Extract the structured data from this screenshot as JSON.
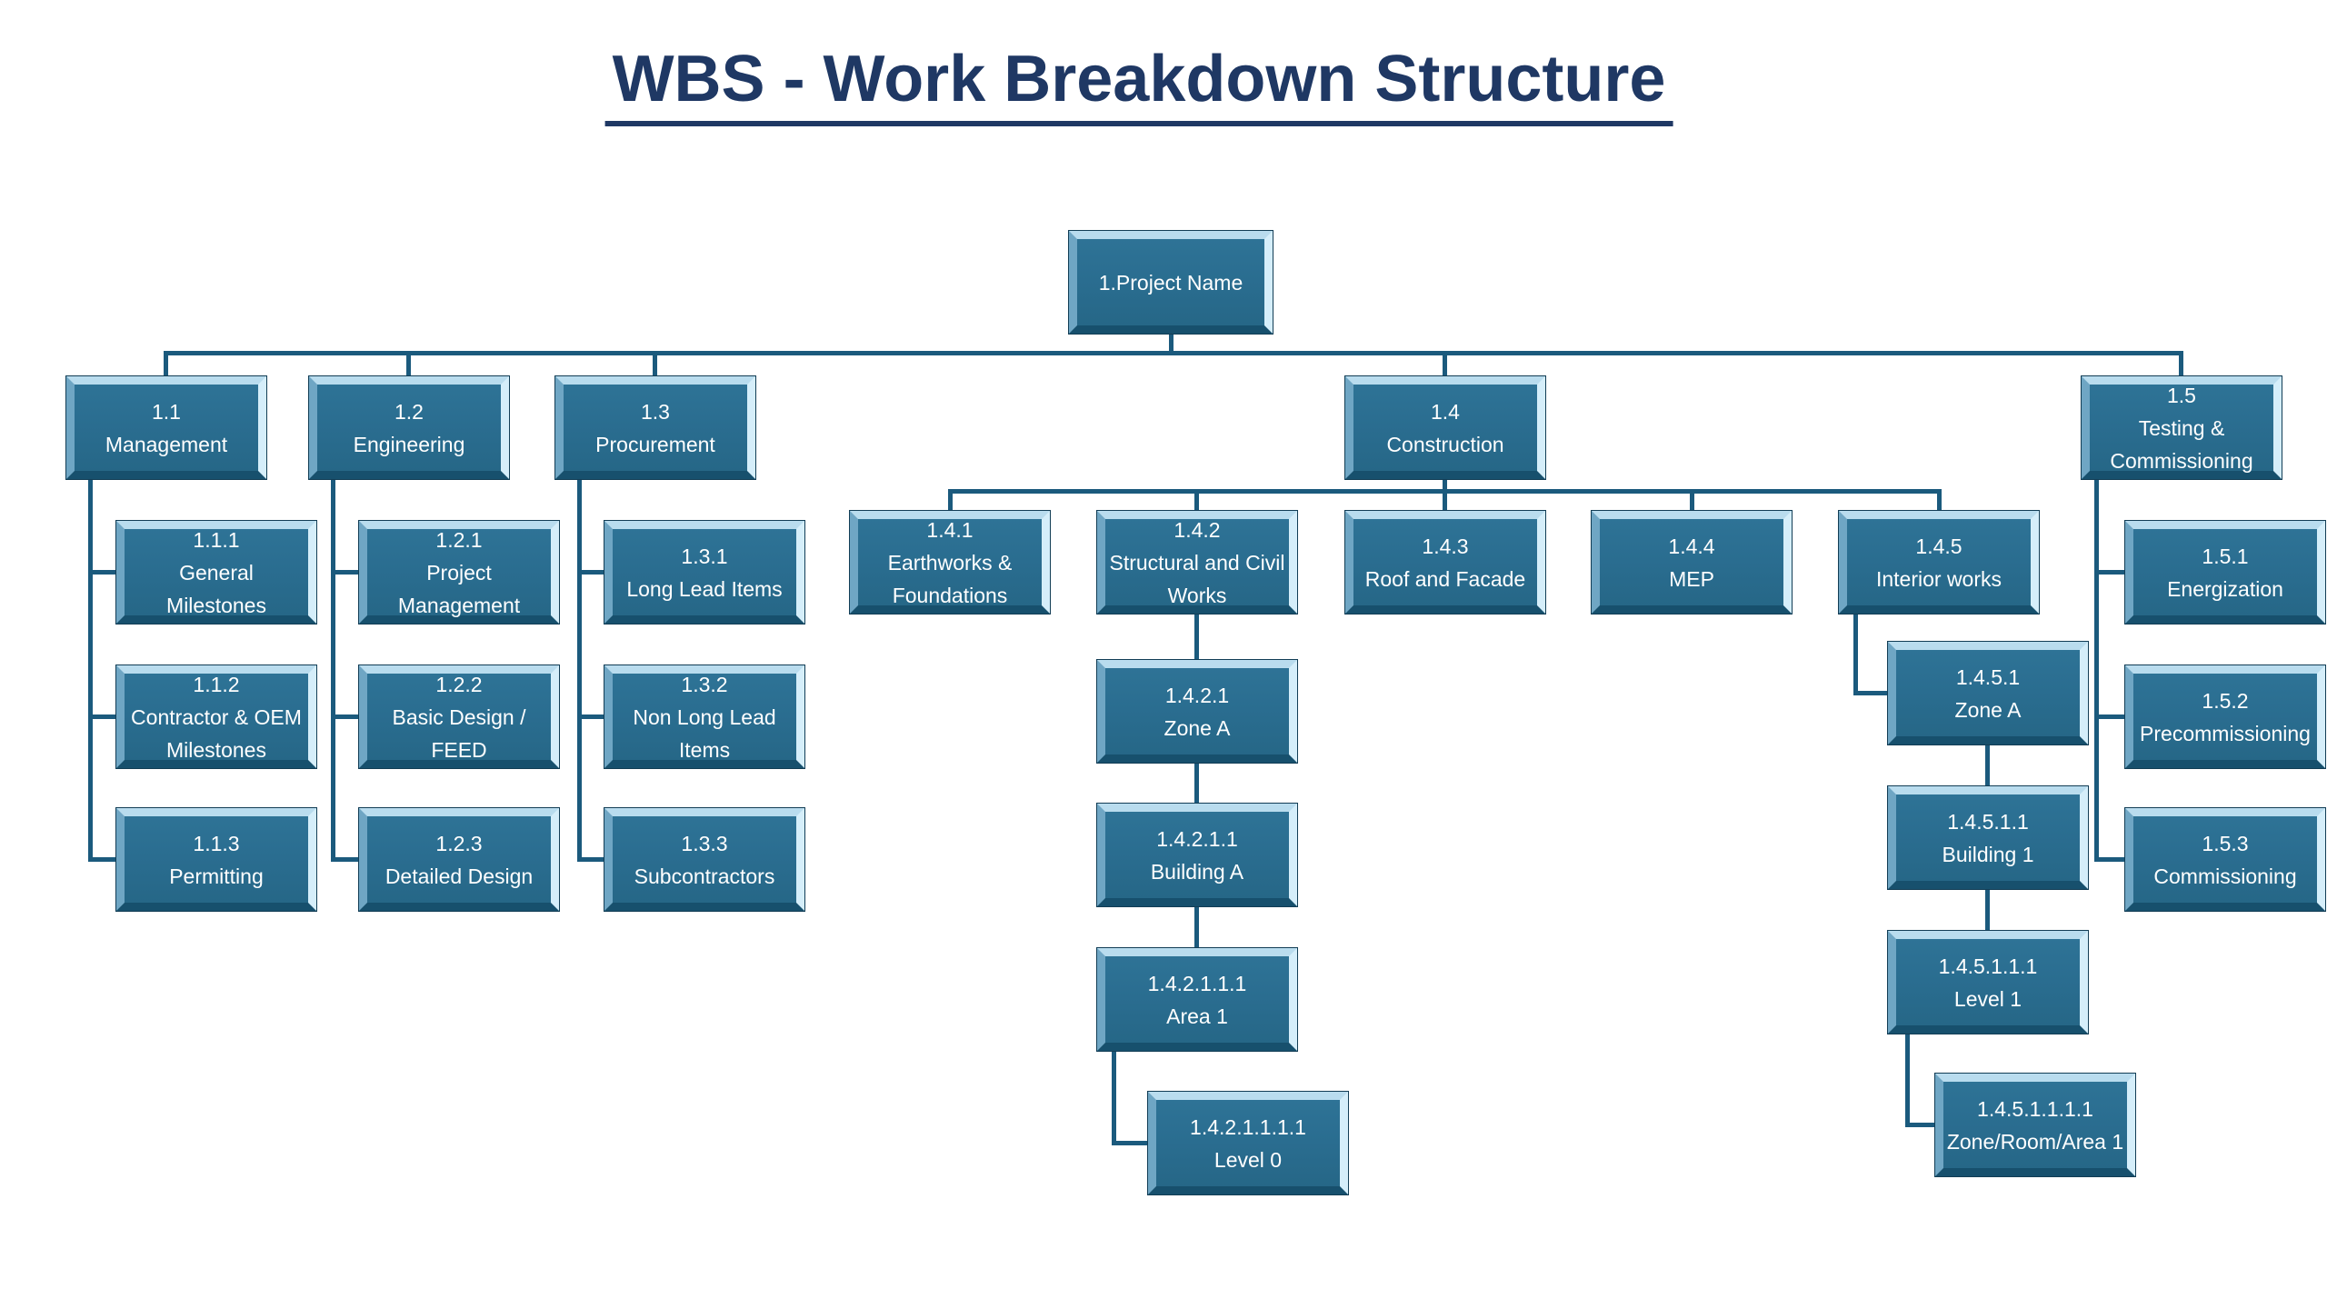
{
  "title": "WBS - Work Breakdown Structure",
  "colors": {
    "background": "#ffffff",
    "title_text": "#1f3864",
    "connector": "#1b5a7d",
    "box_text": "#ffffff",
    "box_surface_top": "#2e7396",
    "box_surface_bottom": "#266787",
    "box_bevel_light": "#b9dcee",
    "box_bevel_dark": "#17506d"
  },
  "nodes": {
    "root": {
      "code": "",
      "label": "1.Project Name"
    },
    "n11": {
      "code": "1.1",
      "label": "Management"
    },
    "n12": {
      "code": "1.2",
      "label": "Engineering"
    },
    "n13": {
      "code": "1.3",
      "label": "Procurement"
    },
    "n14": {
      "code": "1.4",
      "label": "Construction"
    },
    "n15": {
      "code": "1.5",
      "label": "Testing &\nCommissioning"
    },
    "n111": {
      "code": "1.1.1",
      "label": "General\nMilestones"
    },
    "n112": {
      "code": "1.1.2",
      "label": "Contractor & OEM\nMilestones"
    },
    "n113": {
      "code": "1.1.3",
      "label": "Permitting"
    },
    "n121": {
      "code": "1.2.1",
      "label": "Project\nManagement"
    },
    "n122": {
      "code": "1.2.2",
      "label": "Basic Design /\nFEED"
    },
    "n123": {
      "code": "1.2.3",
      "label": "Detailed Design"
    },
    "n131": {
      "code": "1.3.1",
      "label": "Long Lead Items"
    },
    "n132": {
      "code": "1.3.2",
      "label": "Non Long Lead\nItems"
    },
    "n133": {
      "code": "1.3.3",
      "label": "Subcontractors"
    },
    "n141": {
      "code": "1.4.1",
      "label": "Earthworks &\nFoundations"
    },
    "n142": {
      "code": "1.4.2",
      "label": "Structural and Civil\nWorks"
    },
    "n143": {
      "code": "1.4.3",
      "label": "Roof and Facade"
    },
    "n144": {
      "code": "1.4.4",
      "label": "MEP"
    },
    "n145": {
      "code": "1.4.5",
      "label": "Interior works"
    },
    "n1421": {
      "code": "1.4.2.1",
      "label": "Zone A"
    },
    "n14211": {
      "code": "1.4.2.1.1",
      "label": "Building A"
    },
    "n142111": {
      "code": "1.4.2.1.1.1",
      "label": "Area 1"
    },
    "n1421111": {
      "code": "1.4.2.1.1.1.1",
      "label": "Level 0"
    },
    "n1451": {
      "code": "1.4.5.1",
      "label": "Zone A"
    },
    "n14511": {
      "code": "1.4.5.1.1",
      "label": "Building 1"
    },
    "n145111": {
      "code": "1.4.5.1.1.1",
      "label": "Level 1"
    },
    "n1451111": {
      "code": "1.4.5.1.1.1.1",
      "label": "Zone/Room/Area 1"
    },
    "n151": {
      "code": "1.5.1",
      "label": "Energization"
    },
    "n152": {
      "code": "1.5.2",
      "label": "Precommissioning"
    },
    "n153": {
      "code": "1.5.3",
      "label": "Commissioning"
    }
  },
  "hierarchy": {
    "1": [
      "1.1",
      "1.2",
      "1.3",
      "1.4",
      "1.5"
    ],
    "1.1": [
      "1.1.1",
      "1.1.2",
      "1.1.3"
    ],
    "1.2": [
      "1.2.1",
      "1.2.2",
      "1.2.3"
    ],
    "1.3": [
      "1.3.1",
      "1.3.2",
      "1.3.3"
    ],
    "1.4": [
      "1.4.1",
      "1.4.2",
      "1.4.3",
      "1.4.4",
      "1.4.5"
    ],
    "1.4.2": [
      "1.4.2.1"
    ],
    "1.4.2.1": [
      "1.4.2.1.1"
    ],
    "1.4.2.1.1": [
      "1.4.2.1.1.1"
    ],
    "1.4.2.1.1.1": [
      "1.4.2.1.1.1.1"
    ],
    "1.4.5": [
      "1.4.5.1"
    ],
    "1.4.5.1": [
      "1.4.5.1.1"
    ],
    "1.4.5.1.1": [
      "1.4.5.1.1.1"
    ],
    "1.4.5.1.1.1": [
      "1.4.5.1.1.1.1"
    ],
    "1.5": [
      "1.5.1",
      "1.5.2",
      "1.5.3"
    ]
  }
}
